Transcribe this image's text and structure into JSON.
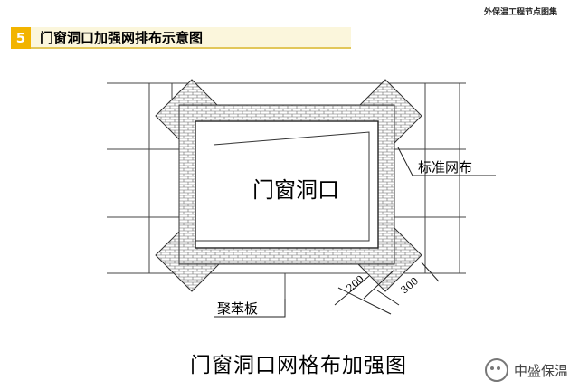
{
  "header": {
    "series": "外保温工程节点图集",
    "number": "5",
    "title": "门窗洞口加强网排布示意图"
  },
  "diagram": {
    "opening_label": "门窗洞口",
    "mesh_label": "标准网布",
    "board_label": "聚苯板",
    "dim_inner": "200",
    "dim_outer": "300",
    "caption": "门窗洞口网格布加强图"
  },
  "watermark": {
    "text": "中盛保温",
    "icon": "wechat-logo-icon"
  },
  "colors": {
    "title_accent": "#f2b400",
    "title_bg": "#fbf6dc",
    "line": "#333333"
  }
}
